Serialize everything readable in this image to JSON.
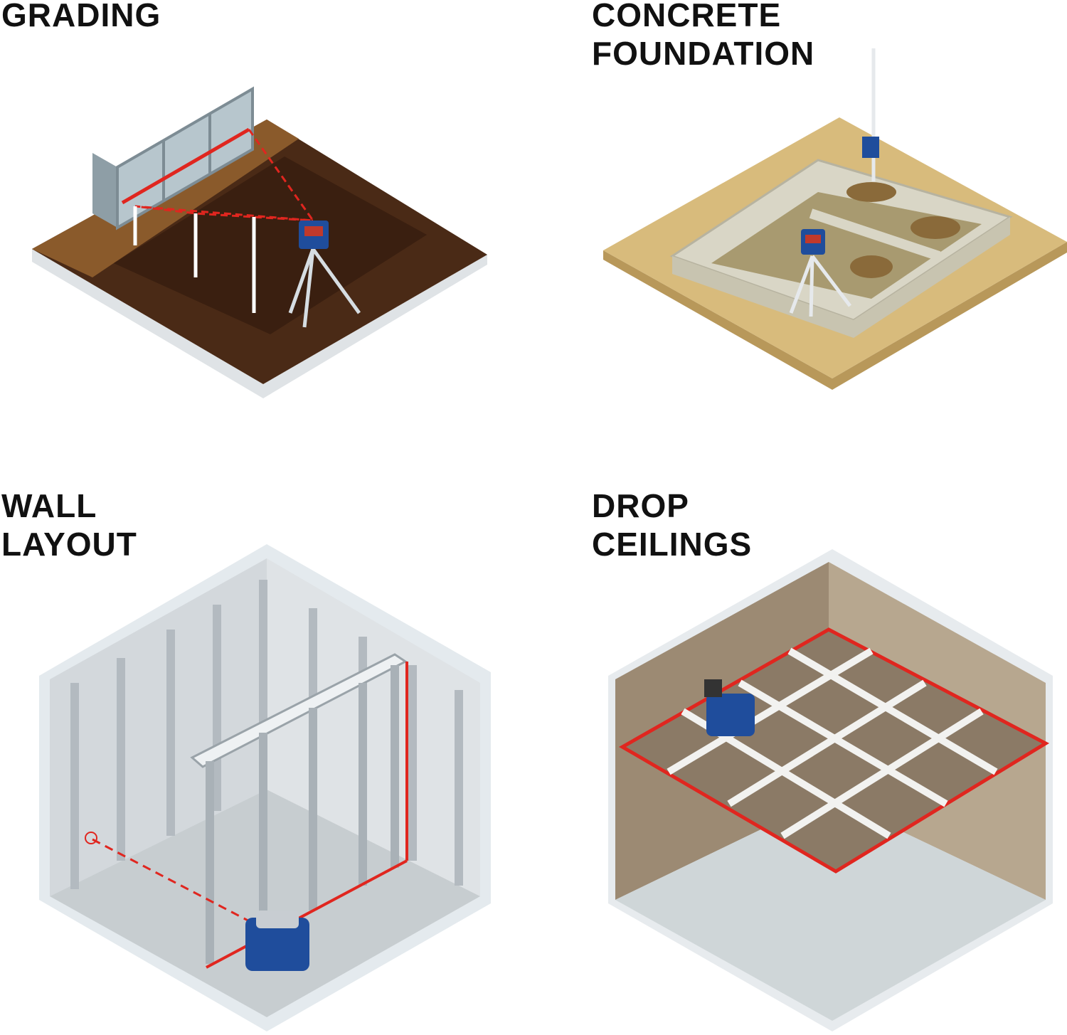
{
  "panels": [
    {
      "id": "grading",
      "title_lines": [
        "GRADING"
      ]
    },
    {
      "id": "concrete-foundation",
      "title_lines": [
        "CONCRETE",
        "FOUNDATION"
      ]
    },
    {
      "id": "wall-layout",
      "title_lines": [
        "WALL",
        "LAYOUT"
      ]
    },
    {
      "id": "drop-ceilings",
      "title_lines": [
        "DROP",
        "CEILINGS"
      ]
    }
  ],
  "colors": {
    "laser": "#e0261f",
    "tool_blue": "#1f4d9c",
    "earth": "#4a2a16",
    "sand": "#d8bb7c",
    "concrete": "#d9d6c6",
    "steel": "#c9ced3",
    "ceiling_wall": "#a89580"
  }
}
